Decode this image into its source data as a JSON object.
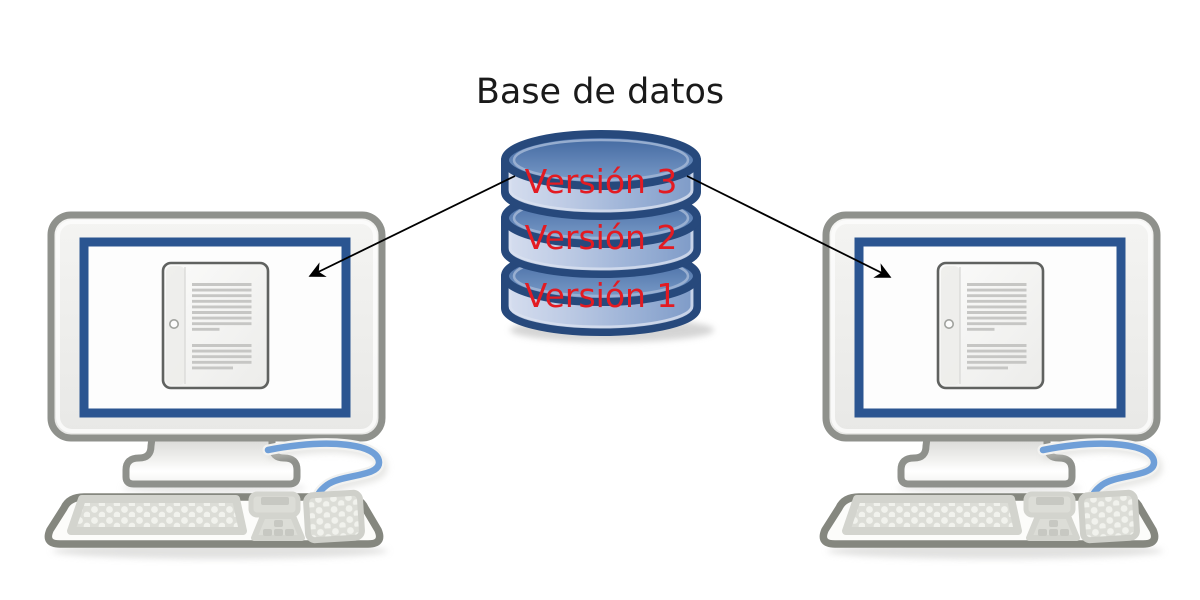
{
  "diagram": {
    "title": "Base de datos",
    "database": {
      "name": "version-database",
      "versions": [
        {
          "label": "Versión 3"
        },
        {
          "label": "Versión 2"
        },
        {
          "label": "Versión 1"
        }
      ]
    },
    "computers": {
      "left": {
        "name": "left-computer"
      },
      "right": {
        "name": "right-computer"
      }
    },
    "arrows": {
      "left": "database-to-left-computer",
      "right": "database-to-right-computer"
    },
    "colors": {
      "background": "#ffffff",
      "title_black": "#1a1a1a",
      "label_red": "#e31b22",
      "db_outline_navy": "#27497c",
      "db_top_blue": "#44699f",
      "db_body_light_blue": "#c7d3e8",
      "screen_border_blue": "#2b5591",
      "monitor_frame_gray": "#8f918c",
      "keyboard_gray": "#85877f",
      "cable_blue": "#6f9fd8",
      "arrow_black": "#000000"
    }
  }
}
